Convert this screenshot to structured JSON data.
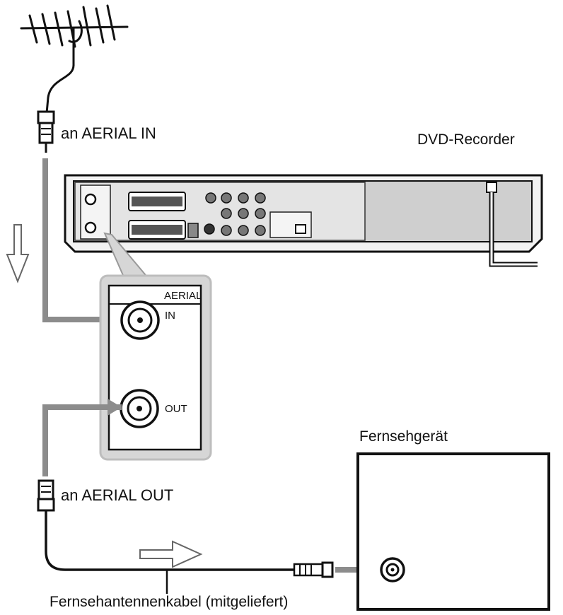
{
  "labels": {
    "aerial_in_plug": "an AERIAL IN",
    "aerial_out_plug": "an AERIAL OUT",
    "recorder": "DVD-Recorder",
    "tv": "Fernsehgerät",
    "cable": "Fernsehantennenkabel (mitgeliefert)",
    "panel_title": "AERIAL",
    "jack_in": "IN",
    "jack_out": "OUT"
  },
  "colors": {
    "signal_arrow": "#8c8c8c",
    "panel_fill": "#d6d6d6",
    "line": "#111111"
  }
}
